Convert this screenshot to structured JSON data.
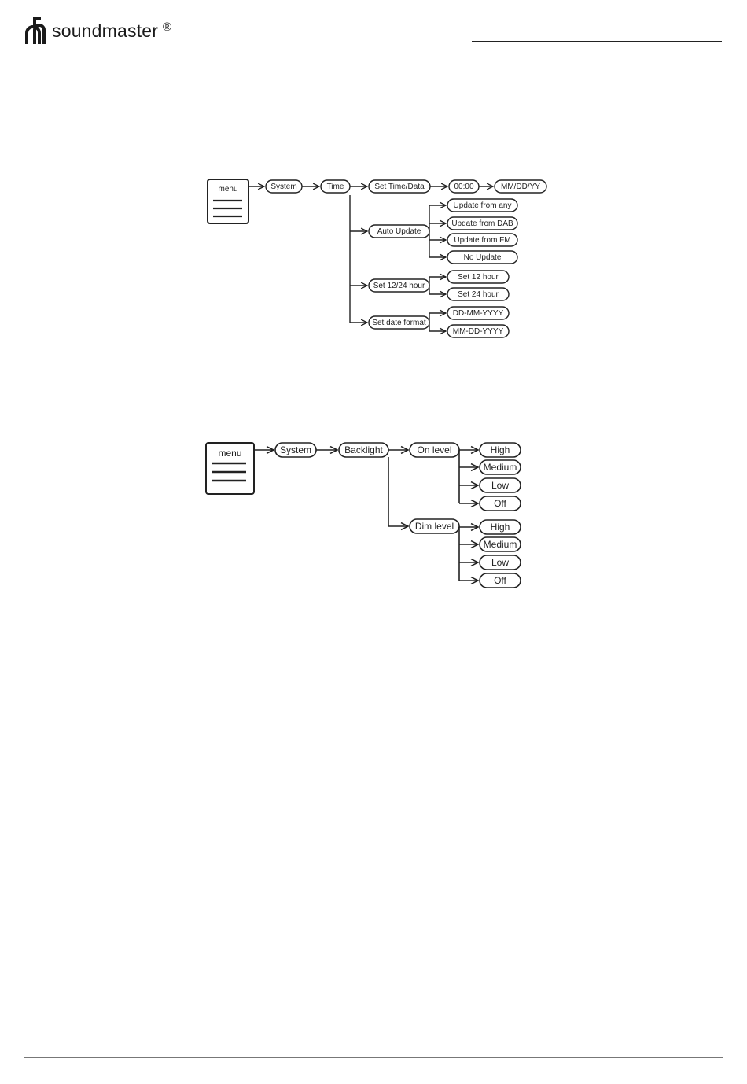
{
  "brand": {
    "name": "soundmaster",
    "registered": "®"
  },
  "time_diagram": {
    "menu_label": "menu",
    "system_label": "System",
    "time_label": "Time",
    "set_time": {
      "label": "Set Time/Data",
      "value_time": "00:00",
      "value_date": "MM/DD/YY"
    },
    "auto_update": {
      "label": "Auto Update",
      "options": [
        "Update from any",
        "Update from DAB",
        "Update from FM",
        "No Update"
      ]
    },
    "hour_format": {
      "label": "Set 12/24 hour",
      "options": [
        "Set 12 hour",
        "Set 24 hour"
      ]
    },
    "date_format": {
      "label": "Set date format",
      "options": [
        "DD-MM-YYYY",
        "MM-DD-YYYY"
      ]
    }
  },
  "backlight_diagram": {
    "menu_label": "menu",
    "system_label": "System",
    "backlight_label": "Backlight",
    "on_level": {
      "label": "On level",
      "options": [
        "High",
        "Medium",
        "Low",
        "Off"
      ]
    },
    "dim_level": {
      "label": "Dim level",
      "options": [
        "High",
        "Medium",
        "Low",
        "Off"
      ]
    }
  }
}
